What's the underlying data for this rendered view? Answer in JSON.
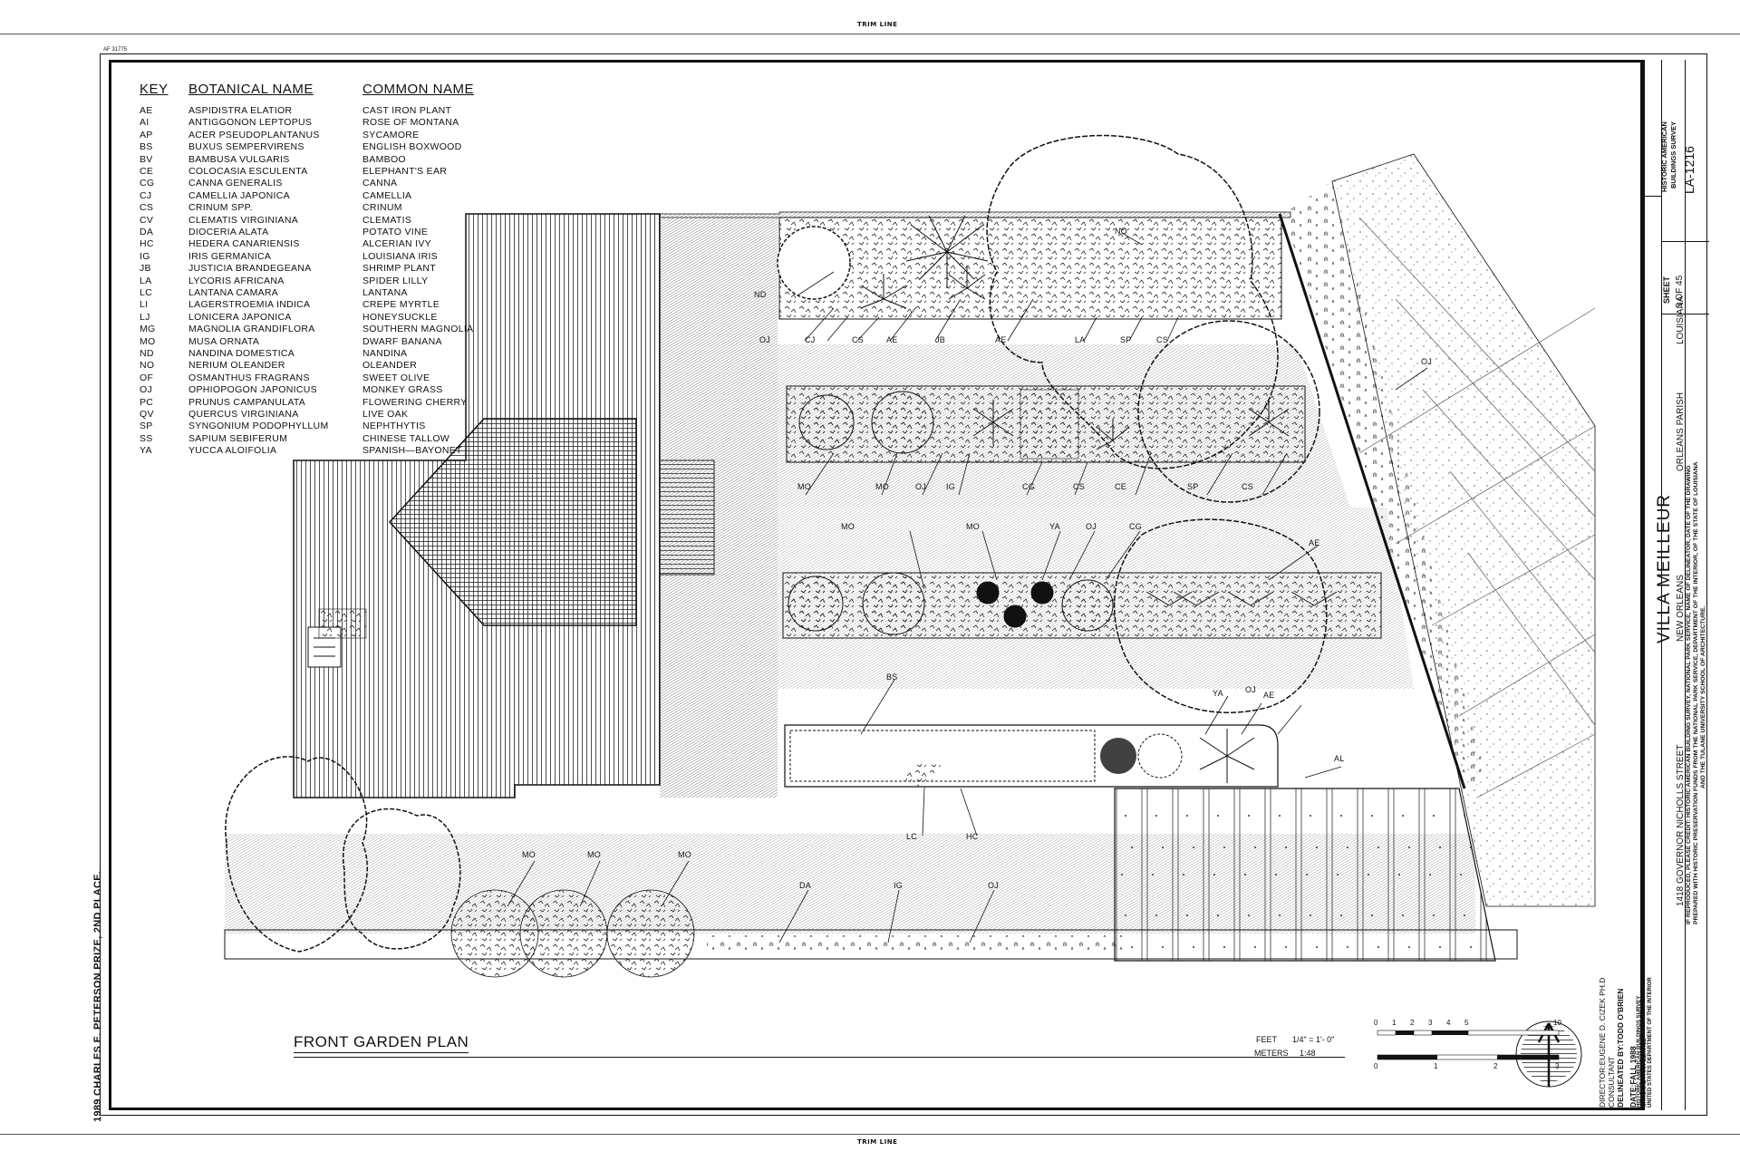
{
  "trim_line_top": "TRIM LINE",
  "trim_line_bottom": "TRIM LINE",
  "sheet_code": "AF 31775",
  "prize_note": "1989 CHARLES E. PETERSON PRIZE, 2ND PLACE.",
  "key": {
    "headers": {
      "key": "KEY",
      "botanical": "BOTANICAL NAME",
      "common": "COMMON NAME"
    },
    "rows": [
      {
        "key": "AE",
        "botanical": "ASPIDISTRA ELATIOR",
        "common": "CAST IRON PLANT"
      },
      {
        "key": "AI",
        "botanical": "ANTIGGONON LEPTOPUS",
        "common": "ROSE OF MONTANA"
      },
      {
        "key": "AP",
        "botanical": "ACER PSEUDOPLANTANUS",
        "common": "SYCAMORE"
      },
      {
        "key": "BS",
        "botanical": "BUXUS SEMPERVIRENS",
        "common": "ENGLISH BOXWOOD"
      },
      {
        "key": "BV",
        "botanical": "BAMBUSA VULGARIS",
        "common": "BAMBOO"
      },
      {
        "key": "CE",
        "botanical": "COLOCASIA ESCULENTA",
        "common": "ELEPHANT'S EAR"
      },
      {
        "key": "CG",
        "botanical": "CANNA GENERALIS",
        "common": "CANNA"
      },
      {
        "key": "CJ",
        "botanical": "CAMELLIA JAPONICA",
        "common": "CAMELLIA"
      },
      {
        "key": "CS",
        "botanical": "CRINUM SPP.",
        "common": "CRINUM"
      },
      {
        "key": "CV",
        "botanical": "CLEMATIS VIRGINIANA",
        "common": "CLEMATIS"
      },
      {
        "key": "DA",
        "botanical": "DIOCERIA ALATA",
        "common": "POTATO VINE"
      },
      {
        "key": "HC",
        "botanical": "HEDERA CANARIENSIS",
        "common": "ALCERIAN IVY"
      },
      {
        "key": "IG",
        "botanical": "IRIS GERMANICA",
        "common": "LOUISIANA IRIS"
      },
      {
        "key": "JB",
        "botanical": "JUSTICIA BRANDEGEANA",
        "common": "SHRIMP PLANT"
      },
      {
        "key": "LA",
        "botanical": "LYCORIS AFRICANA",
        "common": "SPIDER LILLY"
      },
      {
        "key": "LC",
        "botanical": "LANTANA CAMARA",
        "common": "LANTANA"
      },
      {
        "key": "LI",
        "botanical": "LAGERSTROEMIA INDICA",
        "common": "CREPE MYRTLE"
      },
      {
        "key": "LJ",
        "botanical": "LONICERA JAPONICA",
        "common": "HONEYSUCKLE"
      },
      {
        "key": "MG",
        "botanical": "MAGNOLIA GRANDIFLORA",
        "common": "SOUTHERN MAGNOLIA"
      },
      {
        "key": "MO",
        "botanical": "MUSA ORNATA",
        "common": "DWARF BANANA"
      },
      {
        "key": "ND",
        "botanical": "NANDINA DOMESTICA",
        "common": "NANDINA"
      },
      {
        "key": "NO",
        "botanical": "NERIUM OLEANDER",
        "common": "OLEANDER"
      },
      {
        "key": "OF",
        "botanical": "OSMANTHUS FRAGRANS",
        "common": "SWEET OLIVE"
      },
      {
        "key": "OJ",
        "botanical": "OPHIOPOGON JAPONICUS",
        "common": "MONKEY GRASS"
      },
      {
        "key": "PC",
        "botanical": "PRUNUS CAMPANULATA",
        "common": "FLOWERING CHERRY"
      },
      {
        "key": "QV",
        "botanical": "QUERCUS VIRGINIANA",
        "common": "LIVE OAK"
      },
      {
        "key": "SP",
        "botanical": "SYNGONIUM PODOPHYLLUM",
        "common": "NEPHTHYTIS"
      },
      {
        "key": "SS",
        "botanical": "SAPIUM SEBIFERUM",
        "common": "CHINESE TALLOW"
      },
      {
        "key": "YA",
        "botanical": "YUCCA ALOIFOLIA",
        "common": "SPANISH—BAYONET"
      }
    ]
  },
  "plan_labels": {
    "bed1": [
      "ND",
      "OJ",
      "CJ",
      "CS",
      "AE",
      "JB",
      "AE",
      "LA",
      "SP",
      "CS",
      "NO"
    ],
    "bed2": [
      "MO",
      "MO",
      "OJ",
      "IG",
      "CG",
      "CS",
      "CE",
      "SP",
      "CS",
      "OJ"
    ],
    "bed3": [
      "MO",
      "MO",
      "YA",
      "OJ",
      "CG",
      "AE"
    ],
    "bed4": [
      "BS",
      "YA",
      "OJ",
      "AE",
      "AL",
      "LC",
      "HC"
    ],
    "front": [
      "MO",
      "MO",
      "MO",
      "DA",
      "IG",
      "OJ"
    ]
  },
  "drawing_title": "FRONT GARDEN PLAN",
  "scale": {
    "feet_label": "FEET",
    "feet_value": "1/4\" = 1'- 0\"",
    "meters_label": "METERS",
    "meters_value": "1:48",
    "feet_ticks": [
      "0",
      "1",
      "2",
      "3",
      "4",
      "5",
      "10"
    ],
    "meter_ticks": [
      "0",
      "1",
      "2",
      "3"
    ]
  },
  "credits": {
    "director": "DIRECTOR:EUGENE D. CIZEK PH.D",
    "consultant": "CONSULTANT",
    "delineated": "DELINEATED BY:TODD O'BRIEN",
    "date": "DATE:FALL 1988",
    "agency1": "HISTORIC AMERICAN BUILDINGS SURVEY",
    "agency2": "NATIONAL PARK SERVICE",
    "agency3": "UNITED STATES DEPARTMENT OF THE INTERIOR"
  },
  "title_block": {
    "name": "VILLA MEILLEUR",
    "address": "1418 GOVERNOR NICHOLLS STREET",
    "city": "NEW ORLEANS",
    "parish": "ORLEANS PARISH",
    "state": "LOUISIANA",
    "credit_line1": "IF REPRODUCED, PLEASE CREDIT: HISTORIC AMERICAN BUILDING SURVEY, NATIONAL PARK SERVICE, NAME OF DELINEATOR, DATE OF THE DRAWING",
    "credit_line2": "PREPARED WITH HISTORIC PRESERVATION FUNDS FROM THE NATIONAL PARK SERVICE, DEPARTMENT OF THE INTERIOR, OF THE STATE OF LOUISIANA",
    "credit_line3": "AND THE TULANE UNIVERSITY SCHOOL OF ARCHITECTURE.",
    "sheet_label": "SHEET",
    "sheet_number": "3",
    "sheet_of": "OF",
    "sheet_total": "45",
    "survey_name1": "HISTORIC AMERICAN",
    "survey_name2": "BUILDINGS SURVEY",
    "survey_number": "LA-1216"
  }
}
